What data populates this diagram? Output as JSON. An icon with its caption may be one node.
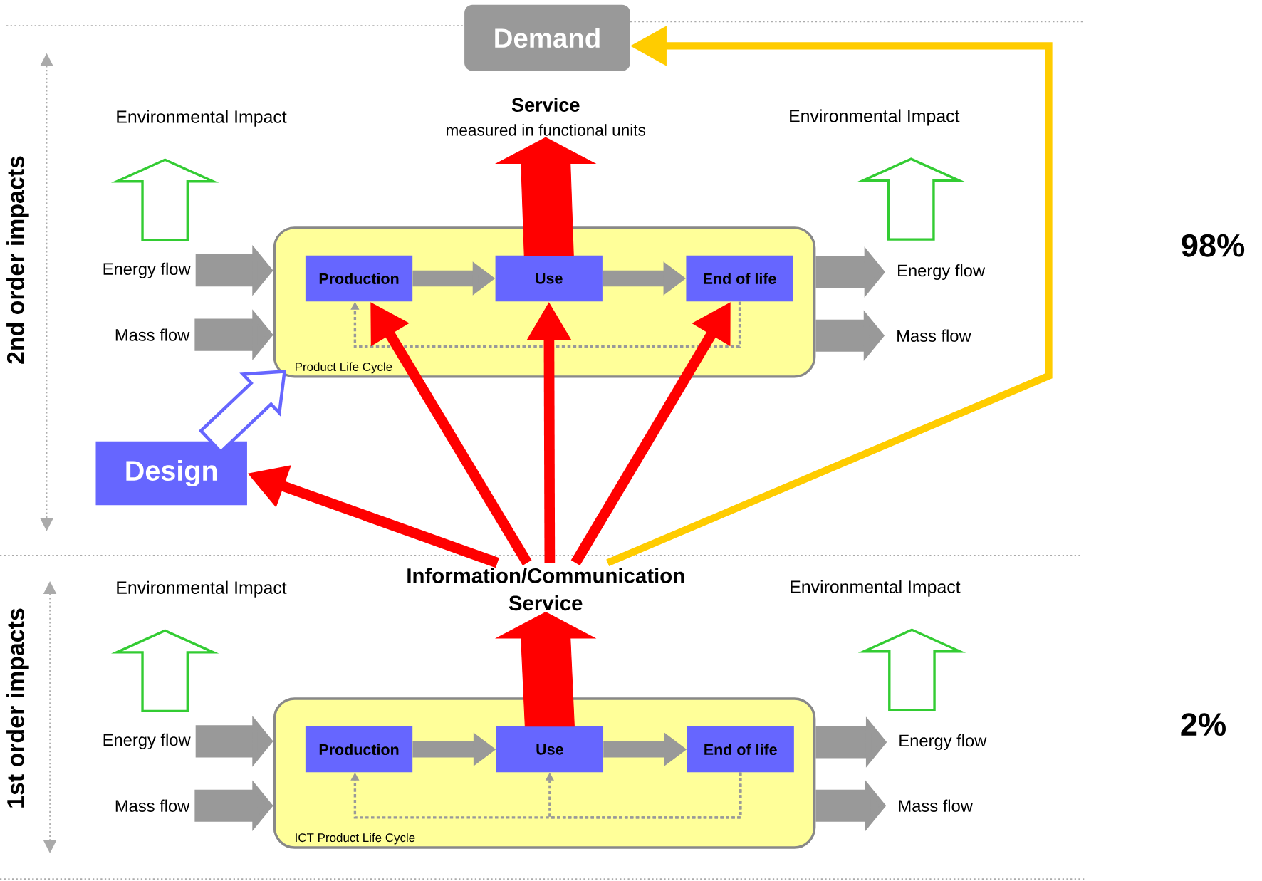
{
  "diagram": {
    "nodes": [
      {
        "text": [
          "Demand"
        ]
      },
      {
        "text": [
          "Service",
          "measured in functional units"
        ]
      },
      {
        "text": [
          "Environmental Impact"
        ]
      },
      {
        "text": [
          "Environmental Impact"
        ]
      },
      {
        "text": [
          "Energy flow"
        ]
      },
      {
        "text": [
          "Mass flow"
        ]
      },
      {
        "text": [
          "Product Life Cycle"
        ]
      },
      {
        "text": [
          "Production"
        ],
        "in": 6
      },
      {
        "text": [
          "Use"
        ],
        "in": 6
      },
      {
        "text": [
          "End of life"
        ],
        "in": 6
      },
      {
        "text": [
          "Energy flow"
        ]
      },
      {
        "text": [
          "Mass flow"
        ]
      },
      {
        "text": [
          "Design"
        ]
      },
      {
        "text": [
          "Information/Communication Service"
        ]
      },
      {
        "text": [
          "Environmental Impact"
        ]
      },
      {
        "text": [
          "Environmental Impact"
        ]
      },
      {
        "text": [
          "Energy flow"
        ]
      },
      {
        "text": [
          "Mass flow"
        ]
      },
      {
        "text": [
          "ICT Product Life Cycle"
        ]
      },
      {
        "text": [
          "Production"
        ],
        "in": 18
      },
      {
        "text": [
          "Use"
        ],
        "in": 18
      },
      {
        "text": [
          "End of life"
        ],
        "in": 18
      },
      {
        "text": [
          "Energy flow"
        ]
      },
      {
        "text": [
          "Mass flow"
        ]
      }
    ],
    "edges": [
      {
        "from": 13,
        "to": 0,
        "arrow": "to",
        "color": "#ffcc00"
      },
      {
        "from": 8,
        "to": 1,
        "arrow": "to",
        "style": "thick",
        "color": "#ff0000"
      },
      {
        "from": null,
        "to": 2,
        "arrow": "to",
        "color": "#33cc33"
      },
      {
        "from": null,
        "to": 3,
        "arrow": "to",
        "color": "#33cc33"
      },
      {
        "from": 4,
        "to": 6,
        "arrow": "to",
        "style": "thick"
      },
      {
        "from": 5,
        "to": 6,
        "arrow": "to",
        "style": "thick"
      },
      {
        "from": 6,
        "to": 10,
        "arrow": "to",
        "style": "thick"
      },
      {
        "from": 6,
        "to": 11,
        "arrow": "to",
        "style": "thick"
      },
      {
        "from": 7,
        "to": 8,
        "arrow": "to"
      },
      {
        "from": 8,
        "to": 9,
        "arrow": "to"
      },
      {
        "from": 9,
        "to": 7,
        "arrow": "to",
        "style": "dashed"
      },
      {
        "from": 12,
        "to": 6,
        "arrow": "to",
        "color": "#6666ff"
      },
      {
        "from": 13,
        "to": 12,
        "arrow": "to",
        "color": "#ff0000"
      },
      {
        "from": 13,
        "to": 7,
        "arrow": "to",
        "color": "#ff0000"
      },
      {
        "from": 13,
        "to": 8,
        "arrow": "to",
        "color": "#ff0000"
      },
      {
        "from": 13,
        "to": 9,
        "arrow": "to",
        "color": "#ff0000"
      },
      {
        "from": 20,
        "to": 13,
        "arrow": "to",
        "style": "thick",
        "color": "#ff0000"
      },
      {
        "from": null,
        "to": 14,
        "arrow": "to",
        "color": "#33cc33"
      },
      {
        "from": null,
        "to": 15,
        "arrow": "to",
        "color": "#33cc33"
      },
      {
        "from": 16,
        "to": 18,
        "arrow": "to",
        "style": "thick"
      },
      {
        "from": 17,
        "to": 18,
        "arrow": "to",
        "style": "thick"
      },
      {
        "from": 18,
        "to": 22,
        "arrow": "to",
        "style": "thick"
      },
      {
        "from": 18,
        "to": 23,
        "arrow": "to",
        "style": "thick"
      },
      {
        "from": 19,
        "to": 20,
        "arrow": "to"
      },
      {
        "from": 20,
        "to": 21,
        "arrow": "to"
      },
      {
        "from": 21,
        "to": 19,
        "arrow": "to",
        "style": "dashed"
      },
      {
        "from": 21,
        "to": 20,
        "arrow": "to",
        "style": "dashed"
      }
    ],
    "labels": [
      "2nd order impacts",
      "1st order impacts",
      "98%",
      "2%"
    ]
  }
}
